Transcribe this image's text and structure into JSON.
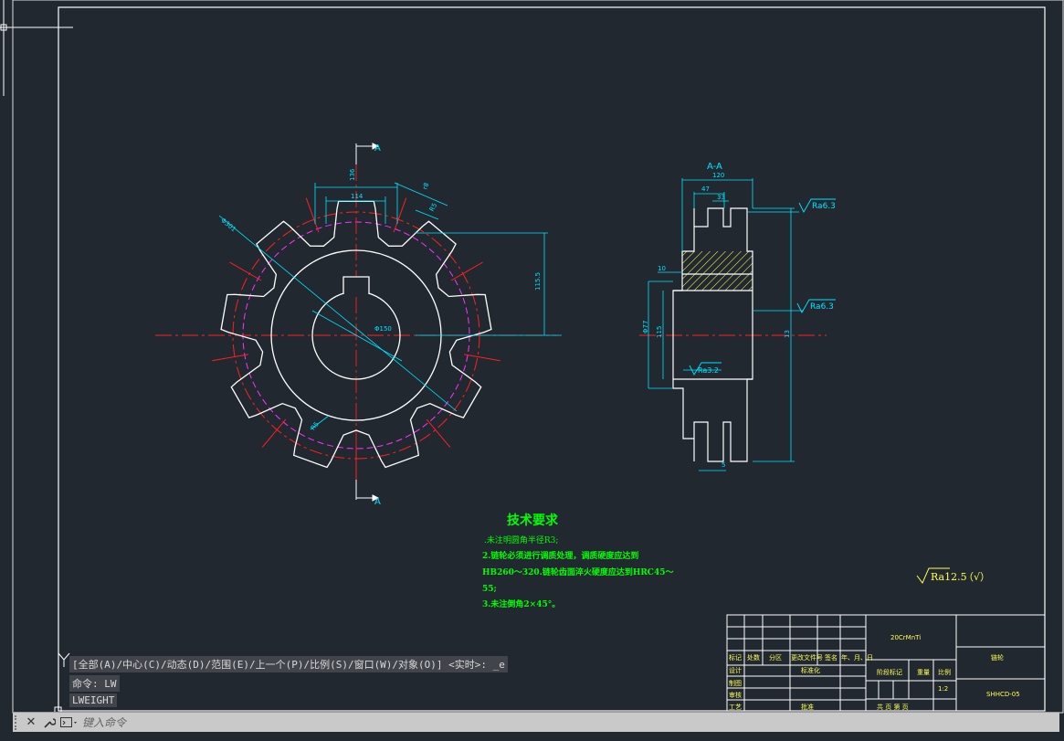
{
  "section_label": "A-A",
  "section_marker": "A",
  "gear_dims": {
    "d1": "136",
    "d2": "114",
    "d3": "r8",
    "d4": "R5",
    "d5": "Φ301",
    "d6": "115.5",
    "d7": "Φ150",
    "d8": "R5"
  },
  "side_dims": {
    "w_total": "120",
    "w_a": "47",
    "w_b": "33",
    "w_c": "10",
    "h_a": "Φ77",
    "h_b": "115",
    "h_c": "13",
    "w_d": "5"
  },
  "roughness": {
    "r1": "Ra6.3",
    "r2": "Ra6.3",
    "r3": "Ra3.2",
    "general": "Ra12.5",
    "general_suffix": "（√）"
  },
  "tech_req": {
    "title": "技术要求",
    "line1": ".未注明圆角半径R3;",
    "line2": "2.链轮必须进行调质处理，调质硬度应达到",
    "line3": "HB260～320.链轮齿面淬火硬度应达到HRC45～",
    "line4": "55;",
    "line5": "3.未注倒角2×45°。"
  },
  "title_block": {
    "material": "20CrMnTi",
    "part_name": "链轮",
    "drawing_no": "SHHCD-05",
    "h_mark": "标记",
    "h_count": "处数",
    "h_zone": "分区",
    "h_docno": "更改文件号",
    "h_sign": "签名",
    "h_date": "年、月、日",
    "h_design": "设计",
    "h_standard": "标准化",
    "h_stage": "阶段标记",
    "h_weight": "重量",
    "h_scale": "比例",
    "scale_val": "1:2",
    "h_draw": "制图",
    "h_check": "审核",
    "h_process": "工艺",
    "h_approve": "批准",
    "h_total": "共  页  第   页"
  },
  "command": {
    "history1": "[全部(A)/中心(C)/动态(D)/范围(E)/上一个(P)/比例(S)/窗口(W)/对象(O)] <实时>: _e",
    "history2": "命令: LW",
    "history3": "LWEIGHT",
    "placeholder": "键入命令"
  },
  "colors": {
    "background": "#212830",
    "white": "#ffffff",
    "cyan": "#00e5ff",
    "red": "#ff2020",
    "magenta": "#ff33ff",
    "green": "#00ff00",
    "yellow": "#ffff55"
  }
}
